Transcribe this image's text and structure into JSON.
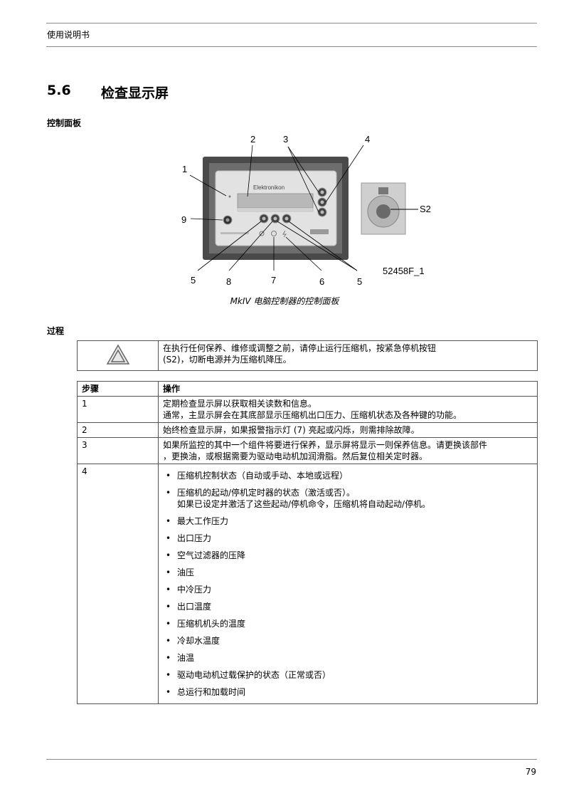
{
  "header": {
    "text": "使用说明书"
  },
  "section": {
    "number": "5.6",
    "title": "检查显示屏"
  },
  "subheading_panel": "控制面板",
  "figure": {
    "brand": "Elektronikon",
    "label_s2": "S2",
    "figure_id": "52458F_1",
    "callouts": [
      "1",
      "2",
      "3",
      "4",
      "5",
      "5",
      "6",
      "7",
      "8",
      "9"
    ],
    "caption": "MkIV 电脑控制器的控制面板"
  },
  "subheading_procedure": "过程",
  "warning": {
    "icon": "warning-triangle-icon",
    "text_line1": "在执行任何保养、维修或调整之前，请停止运行压缩机，按紧急停机按钮",
    "text_line2": "(S2)，切断电源并为压缩机降压。"
  },
  "steps_table": {
    "headers": [
      "步骤",
      "操作"
    ],
    "rows": [
      {
        "step": "1",
        "lines": [
          "定期检查显示屏以获取相关读数和信息。",
          "通常，主显示屏会在其底部显示压缩机出口压力、压缩机状态及各种键的功能。"
        ]
      },
      {
        "step": "2",
        "lines": [
          "始终检查显示屏，如果报警指示灯 (7) 亮起或闪烁，则需排除故障。"
        ]
      },
      {
        "step": "3",
        "lines": [
          "如果所监控的其中一个组件将要进行保养，显示屏将显示一则保养信息。请更换该部件",
          "，更换油，或根据需要为驱动电动机加润滑脂。然后复位相关定时器。"
        ]
      },
      {
        "step": "4"
      }
    ],
    "step4_items": [
      {
        "text": "压缩机控制状态（自动或手动、本地或远程）"
      },
      {
        "text": "压缩机的起动/停机定时器的状态（激活或否）。",
        "text2": "如果已设定并激活了这些起动/停机命令，压缩机将自动起动/停机。"
      },
      {
        "text": "最大工作压力"
      },
      {
        "text": "出口压力"
      },
      {
        "text": "空气过滤器的压降"
      },
      {
        "text": "油压"
      },
      {
        "text": "中冷压力"
      },
      {
        "text": "出口温度"
      },
      {
        "text": "压缩机机头的温度"
      },
      {
        "text": "冷却水温度"
      },
      {
        "text": "油温"
      },
      {
        "text": "驱动电动机过载保护的状态（正常或否）"
      },
      {
        "text": "总运行和加载时间"
      }
    ],
    "bullet": "•"
  },
  "footer": {
    "page_number": "79"
  }
}
